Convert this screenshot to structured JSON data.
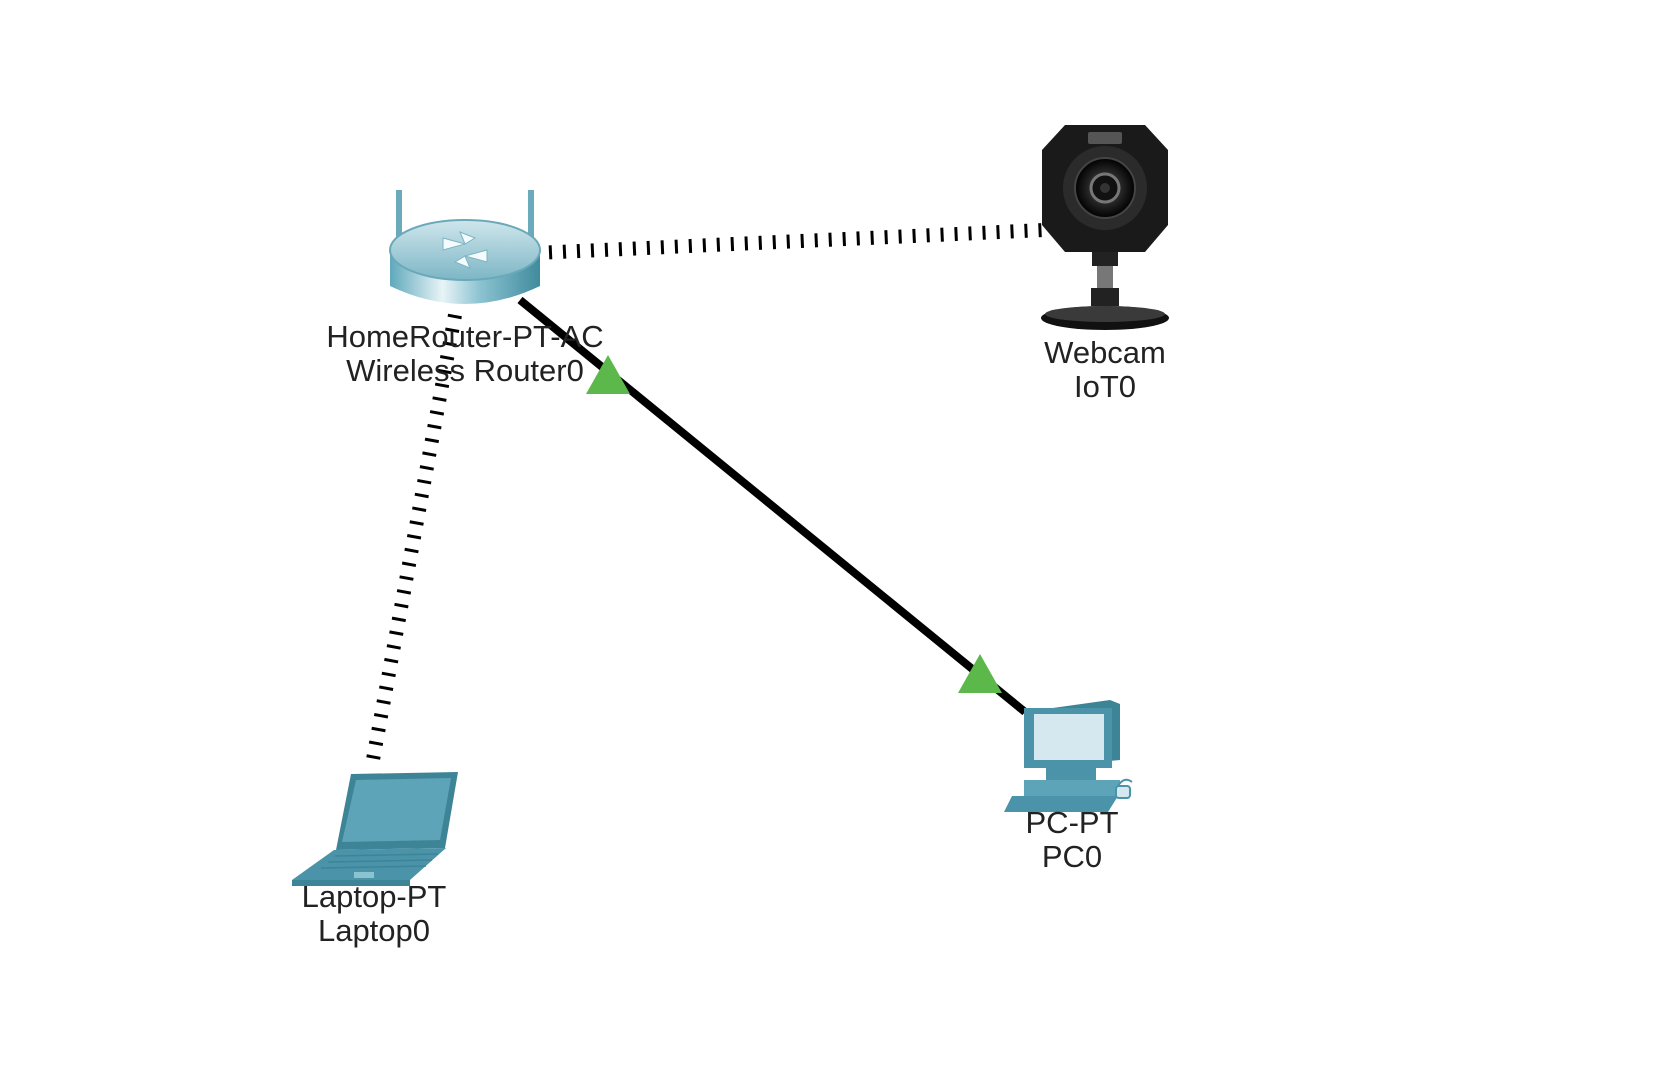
{
  "devices": {
    "router": {
      "model": "HomeRouter-PT-AC",
      "name": "Wireless Router0",
      "icon": "wireless-router-icon"
    },
    "webcam": {
      "model": "Webcam",
      "name": "IoT0",
      "icon": "webcam-icon"
    },
    "pc": {
      "model": "PC-PT",
      "name": "PC0",
      "icon": "desktop-pc-icon"
    },
    "laptop": {
      "model": "Laptop-PT",
      "name": "Laptop0",
      "icon": "laptop-icon"
    }
  },
  "links": [
    {
      "from": "router",
      "to": "webcam",
      "type": "wireless"
    },
    {
      "from": "router",
      "to": "laptop",
      "type": "wireless"
    },
    {
      "from": "router",
      "to": "pc",
      "type": "copper-straight-through",
      "status": "up"
    }
  ],
  "colors": {
    "link": "#000000",
    "link_up": "#5cb84a",
    "device_teal": "#4a93a8",
    "device_screen": "#d6e8ef",
    "webcam_body": "#1a1a1a"
  }
}
